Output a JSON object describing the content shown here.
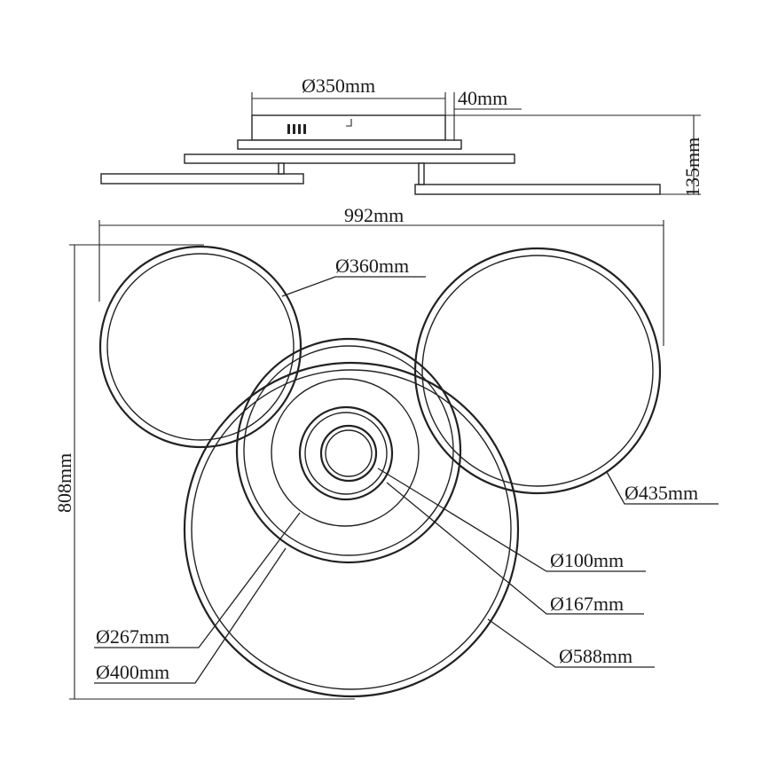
{
  "side_view": {
    "canopy_diameter": "Ø350mm",
    "canopy_height": "40mm",
    "total_height": "135mm"
  },
  "top_view": {
    "total_width": "992mm",
    "total_depth": "808mm",
    "rings": {
      "top_left": "Ø360mm",
      "right": "Ø435mm",
      "inner_small": "Ø100mm",
      "inner_medium": "Ø167mm",
      "middle": "Ø267mm",
      "center": "Ø400mm",
      "large": "Ø588mm"
    }
  }
}
